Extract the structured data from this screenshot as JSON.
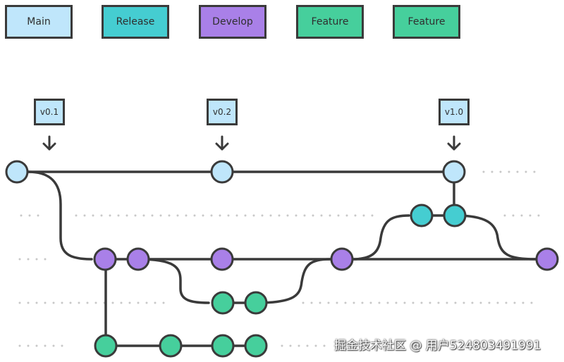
{
  "legend": [
    {
      "label": "Main",
      "color": "#bfe6fb"
    },
    {
      "label": "Release",
      "color": "#45cdd1"
    },
    {
      "label": "Develop",
      "color": "#a980e8"
    },
    {
      "label": "Feature",
      "color": "#46cf9c"
    },
    {
      "label": "Feature",
      "color": "#46cf9c"
    }
  ],
  "tags": [
    {
      "label": "v0.1"
    },
    {
      "label": "v0.2"
    },
    {
      "label": "v1.0"
    }
  ],
  "colors": {
    "main": "#bfe6fb",
    "release": "#45cdd1",
    "develop": "#a980e8",
    "feature": "#46cf9c",
    "stroke": "#3a3a3a",
    "dots": "#c8c8c8"
  },
  "watermark": "掘金技术社区 @ 用户524803491991"
}
